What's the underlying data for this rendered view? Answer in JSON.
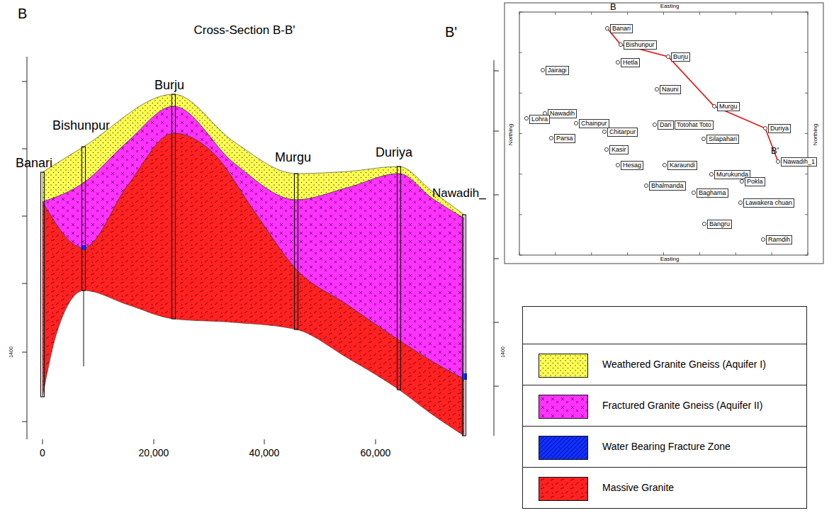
{
  "diagram": {
    "title": "Cross-Section B-B'",
    "labels": [
      "B",
      "B'",
      "Banari",
      "Bishunpur",
      "Burju",
      "Murgu",
      "Duriya",
      "Nawadih_",
      "0",
      "20,000",
      "40,000",
      "60,000",
      "1400",
      "1400",
      "Easting",
      "Northing",
      "Northing",
      "Easting",
      "B",
      "Banari",
      "Bishunpur",
      "Hetla",
      "Burju",
      "Jairagi",
      "Nauni",
      "Murgu",
      "Nawadih",
      "Lohra",
      "Chainpur",
      "Dari",
      "Totohat Toto",
      "Chitarpur",
      "Duriya",
      "Parsa",
      "Silapahari",
      "Kasir",
      "Nawadih_1",
      "B'",
      "Hesag",
      "Karaundi",
      "Murukunda",
      "Pokla",
      "Bhalmanda",
      "Baghama",
      "Lawakera chuan",
      "Bangru",
      "Ramdih"
    ],
    "legend": [
      {
        "text": "Weathered Granite Gneiss (Aquifer I)",
        "color": "#ffff55"
      },
      {
        "text": "Fractured Granite Gneiss (Aquifer II)",
        "color": "#ff33ff"
      },
      {
        "text": "Water Bearing Fracture Zone",
        "color": "#1030ff"
      },
      {
        "text": "Massive Granite",
        "color": "#ff2222"
      }
    ]
  }
}
